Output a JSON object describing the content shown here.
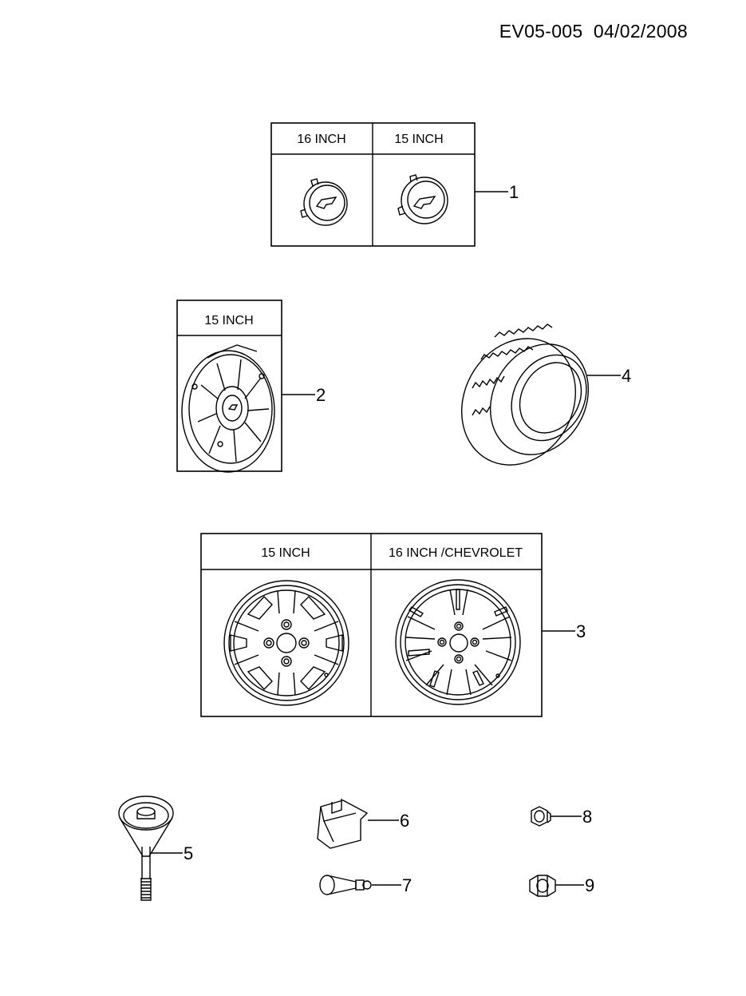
{
  "header": {
    "doc_id": "EV05-005  04/02/2008"
  },
  "groups": {
    "center_cap": {
      "headers": [
        "16 INCH",
        "15 INCH"
      ],
      "callout": "1"
    },
    "wheel_cover": {
      "headers": [
        "15 INCH"
      ],
      "callout": "2"
    },
    "wheel": {
      "headers": [
        "15 INCH",
        "16 INCH /CHEVROLET"
      ],
      "callout": "3"
    },
    "tire": {
      "callout": "4"
    }
  },
  "parts": {
    "bolt": {
      "callout": "5"
    },
    "clip": {
      "callout": "6"
    },
    "valve": {
      "callout": "7"
    },
    "nut_small": {
      "callout": "8"
    },
    "nut_large": {
      "callout": "9"
    }
  }
}
